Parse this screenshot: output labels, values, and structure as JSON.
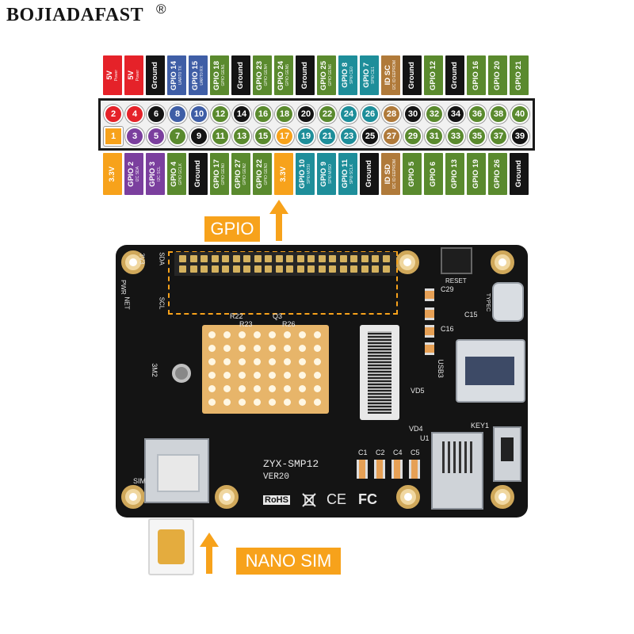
{
  "brand": {
    "name": "BOJIADAFAST",
    "registered": "®"
  },
  "colors": {
    "power5v": "#e52229",
    "power3v3": "#f7a21b",
    "ground": "#141414",
    "uart": "#3f5ea6",
    "gpio": "#5a8a2e",
    "spi": "#1e8e9a",
    "i2c": "#7b3f9e",
    "id": "#b07a3a",
    "accent": "#f7a21b"
  },
  "pins": {
    "top_labels": [
      {
        "text": "5V",
        "sub": "Power",
        "color": "power5v"
      },
      {
        "text": "5V",
        "sub": "Power",
        "color": "power5v"
      },
      {
        "text": "Ground",
        "sub": "",
        "color": "ground"
      },
      {
        "text": "GPIO 14",
        "sub": "UART0 TX",
        "color": "uart"
      },
      {
        "text": "GPIO 15",
        "sub": "UART0 RX",
        "color": "uart"
      },
      {
        "text": "GPIO 18",
        "sub": "GPIO GEN1",
        "color": "gpio"
      },
      {
        "text": "Ground",
        "sub": "",
        "color": "ground"
      },
      {
        "text": "GPIO 23",
        "sub": "GPIO GEN4",
        "color": "gpio"
      },
      {
        "text": "GPIO 24",
        "sub": "GPIO GEN5",
        "color": "gpio"
      },
      {
        "text": "Ground",
        "sub": "",
        "color": "ground"
      },
      {
        "text": "GPIO 25",
        "sub": "GPIO GEN6",
        "color": "gpio"
      },
      {
        "text": "GPIO 8",
        "sub": "SPI0 CE0",
        "color": "spi"
      },
      {
        "text": "GPIO 7",
        "sub": "SPI0 CE1",
        "color": "spi"
      },
      {
        "text": "ID SC",
        "sub": "I2C ID EEPROM",
        "color": "id"
      },
      {
        "text": "Ground",
        "sub": "",
        "color": "ground"
      },
      {
        "text": "GPIO 12",
        "sub": "",
        "color": "gpio"
      },
      {
        "text": "Ground",
        "sub": "",
        "color": "ground"
      },
      {
        "text": "GPIO 16",
        "sub": "",
        "color": "gpio"
      },
      {
        "text": "GPIO 20",
        "sub": "",
        "color": "gpio"
      },
      {
        "text": "GPIO 21",
        "sub": "",
        "color": "gpio"
      }
    ],
    "upper_row": [
      {
        "num": "2",
        "color": "power5v"
      },
      {
        "num": "4",
        "color": "power5v"
      },
      {
        "num": "6",
        "color": "ground"
      },
      {
        "num": "8",
        "color": "uart"
      },
      {
        "num": "10",
        "color": "uart"
      },
      {
        "num": "12",
        "color": "gpio"
      },
      {
        "num": "14",
        "color": "ground"
      },
      {
        "num": "16",
        "color": "gpio"
      },
      {
        "num": "18",
        "color": "gpio"
      },
      {
        "num": "20",
        "color": "ground"
      },
      {
        "num": "22",
        "color": "gpio"
      },
      {
        "num": "24",
        "color": "spi"
      },
      {
        "num": "26",
        "color": "spi"
      },
      {
        "num": "28",
        "color": "id"
      },
      {
        "num": "30",
        "color": "ground"
      },
      {
        "num": "32",
        "color": "gpio"
      },
      {
        "num": "34",
        "color": "ground"
      },
      {
        "num": "36",
        "color": "gpio"
      },
      {
        "num": "38",
        "color": "gpio"
      },
      {
        "num": "40",
        "color": "gpio"
      }
    ],
    "lower_row": [
      {
        "num": "1",
        "color": "power3v3"
      },
      {
        "num": "3",
        "color": "i2c"
      },
      {
        "num": "5",
        "color": "i2c"
      },
      {
        "num": "7",
        "color": "gpio"
      },
      {
        "num": "9",
        "color": "ground"
      },
      {
        "num": "11",
        "color": "gpio"
      },
      {
        "num": "13",
        "color": "gpio"
      },
      {
        "num": "15",
        "color": "gpio"
      },
      {
        "num": "17",
        "color": "power3v3"
      },
      {
        "num": "19",
        "color": "spi"
      },
      {
        "num": "21",
        "color": "spi"
      },
      {
        "num": "23",
        "color": "spi"
      },
      {
        "num": "25",
        "color": "ground"
      },
      {
        "num": "27",
        "color": "id"
      },
      {
        "num": "29",
        "color": "gpio"
      },
      {
        "num": "31",
        "color": "gpio"
      },
      {
        "num": "33",
        "color": "gpio"
      },
      {
        "num": "35",
        "color": "gpio"
      },
      {
        "num": "37",
        "color": "gpio"
      },
      {
        "num": "39",
        "color": "ground"
      }
    ],
    "bottom_labels": [
      {
        "text": "3.3V",
        "sub": "",
        "color": "power3v3"
      },
      {
        "text": "GPIO 2",
        "sub": "I2C SDA",
        "color": "i2c"
      },
      {
        "text": "GPIO 3",
        "sub": "I2C SCL",
        "color": "i2c"
      },
      {
        "text": "GPIO 4",
        "sub": "GPIO GCLK",
        "color": "gpio"
      },
      {
        "text": "Ground",
        "sub": "",
        "color": "ground"
      },
      {
        "text": "GPIO 17",
        "sub": "GPIO GEN0",
        "color": "gpio"
      },
      {
        "text": "GPIO 27",
        "sub": "GPIO GEN2",
        "color": "gpio"
      },
      {
        "text": "GPIO 22",
        "sub": "GPIO GEN3",
        "color": "gpio"
      },
      {
        "text": "3.3V",
        "sub": "",
        "color": "power3v3"
      },
      {
        "text": "GPIO 10",
        "sub": "SPI0 MOSI",
        "color": "spi"
      },
      {
        "text": "GPIO 9",
        "sub": "SPI0 MISO",
        "color": "spi"
      },
      {
        "text": "GPIO 11",
        "sub": "SPI0 SCLK",
        "color": "spi"
      },
      {
        "text": "Ground",
        "sub": "",
        "color": "ground"
      },
      {
        "text": "ID SD",
        "sub": "I2C ID EEPROM",
        "color": "id"
      },
      {
        "text": "GPIO 5",
        "sub": "",
        "color": "gpio"
      },
      {
        "text": "GPIO 6",
        "sub": "",
        "color": "gpio"
      },
      {
        "text": "GPIO 13",
        "sub": "",
        "color": "gpio"
      },
      {
        "text": "GPIO 19",
        "sub": "",
        "color": "gpio"
      },
      {
        "text": "GPIO 26",
        "sub": "",
        "color": "gpio"
      },
      {
        "text": "Ground",
        "sub": "",
        "color": "ground"
      }
    ]
  },
  "callouts": {
    "gpio": "GPIO",
    "nano_sim": "NANO SIM"
  },
  "board": {
    "model": "ZYX-SMP12",
    "version": "VER20",
    "marks": [
      "RoHS",
      "CE",
      "FC"
    ],
    "silk": {
      "sim": "SIM",
      "usb3": "USB3",
      "typec": "TYPEC",
      "reset": "RESET",
      "key1": "KEY1",
      "u1": "U1",
      "vd5": "VD5",
      "vd4": "VD4",
      "net": "NET",
      "pwr": "PWR",
      "h3v3": "3V3",
      "sda": "SDA",
      "scl": "SCL",
      "m2": "3M2",
      "r22": "R22",
      "r23": "R23",
      "r26": "R26",
      "c1": "C1",
      "c2": "C2",
      "c4": "C4",
      "c5": "C5",
      "c15": "C15",
      "c16": "C16",
      "c29": "C29",
      "q3": "Q3"
    }
  }
}
